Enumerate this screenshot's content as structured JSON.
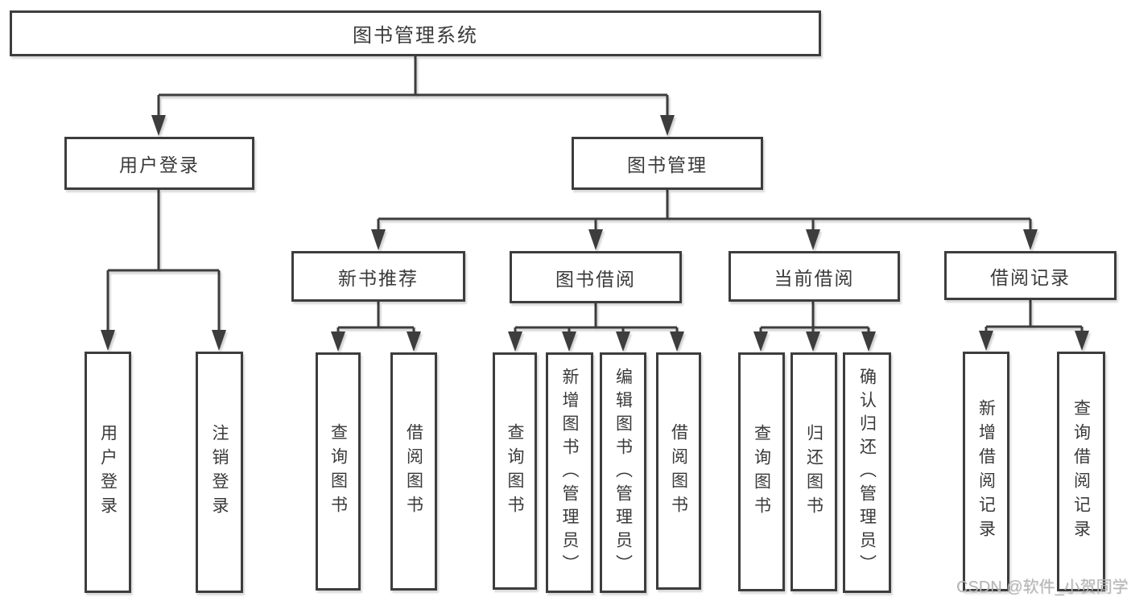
{
  "diagram": {
    "type": "tree-diagram",
    "colors": {
      "line": "#3d3d3d",
      "border": "#3d3d3d",
      "text": "#3a3a3a",
      "background": "#ffffff",
      "watermark": "#b5b5b5"
    },
    "tree": {
      "label": "图书管理系统",
      "children": [
        {
          "label": "用户登录",
          "children": [
            {
              "label": "用户登录"
            },
            {
              "label": "注销登录"
            }
          ]
        },
        {
          "label": "图书管理",
          "children": [
            {
              "label": "新书推荐",
              "children": [
                {
                  "label": "查询图书"
                },
                {
                  "label": "借阅图书"
                }
              ]
            },
            {
              "label": "图书借阅",
              "children": [
                {
                  "label": "查询图书"
                },
                {
                  "label": "新增图书（管理员）"
                },
                {
                  "label": "编辑图书（管理员）"
                },
                {
                  "label": "借阅图书"
                }
              ]
            },
            {
              "label": "当前借阅",
              "children": [
                {
                  "label": "查询图书"
                },
                {
                  "label": "归还图书"
                },
                {
                  "label": "确认归还（管理员）"
                }
              ]
            },
            {
              "label": "借阅记录",
              "children": [
                {
                  "label": "新增借阅记录"
                },
                {
                  "label": "查询借阅记录"
                }
              ]
            }
          ]
        }
      ]
    },
    "watermark": {
      "text": "CSDN @软件_小贺同学"
    }
  }
}
